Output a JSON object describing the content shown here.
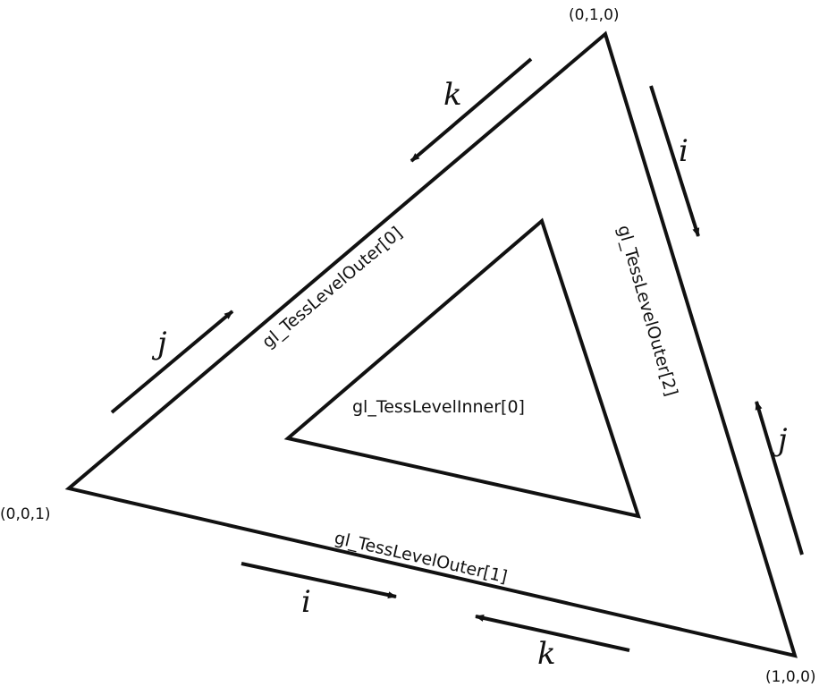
{
  "vertices": {
    "top": "(0,1,0)",
    "left": "(0,0,1)",
    "bottom_right": "(1,0,0)"
  },
  "edges": {
    "outer0": "gl_TessLevelOuter[0]",
    "outer1": "gl_TessLevelOuter[1]",
    "outer2": "gl_TessLevelOuter[2]",
    "inner0": "gl_TessLevelInner[0]"
  },
  "parameters": {
    "k_top": "k",
    "j_left": "j",
    "i_right": "i",
    "j_right": "j",
    "i_bottom": "i",
    "k_bottom": "k"
  },
  "colors": {
    "stroke": "#111111",
    "background": "#ffffff"
  }
}
